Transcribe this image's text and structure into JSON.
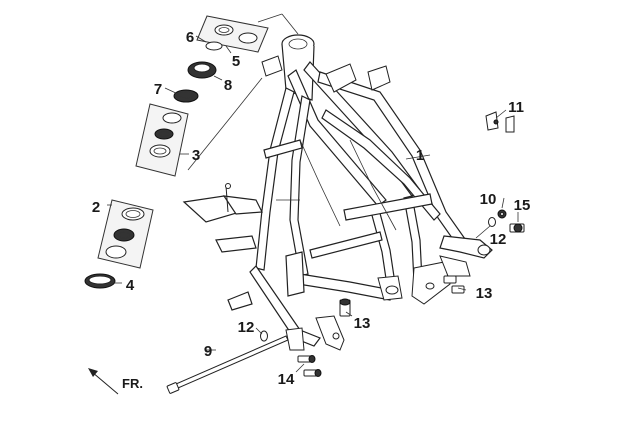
{
  "labels": {
    "p1": "1",
    "p2": "2",
    "p3": "3",
    "p4": "4",
    "p5": "5",
    "p6": "6",
    "p7": "7",
    "p8": "8",
    "p9": "9",
    "p10": "10",
    "p11": "11",
    "p12a": "12",
    "p12b": "12",
    "p13a": "13",
    "p13b": "13",
    "p14": "14",
    "p15": "15"
  },
  "direction": {
    "text": "FR."
  },
  "icons": {
    "direction_arrow": "arrow-icon"
  }
}
